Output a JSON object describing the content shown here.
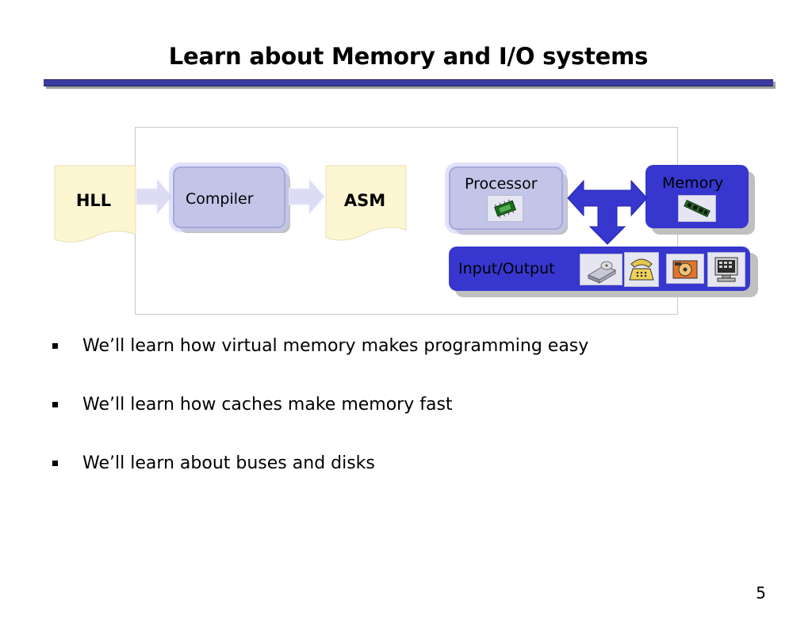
{
  "slide": {
    "title": "Learn about Memory and I/O systems",
    "page_number": "5"
  },
  "diagram": {
    "hll": "HLL",
    "compiler": "Compiler",
    "asm": "ASM",
    "processor": "Processor",
    "memory": "Memory",
    "io": "Input/Output",
    "io_icons": [
      "disk-drive-icon",
      "telephone-icon",
      "disk-icon",
      "computer-monitor-icon"
    ],
    "colors": {
      "accent_blue": "#3737cf",
      "light_box": "#c2c4e8",
      "document": "#fdf6d2",
      "title_rule": "#3c3ca0"
    }
  },
  "bullets": [
    "We’ll learn how virtual memory makes programming easy",
    "We’ll learn how caches make memory fast",
    "We’ll learn about buses and disks"
  ]
}
